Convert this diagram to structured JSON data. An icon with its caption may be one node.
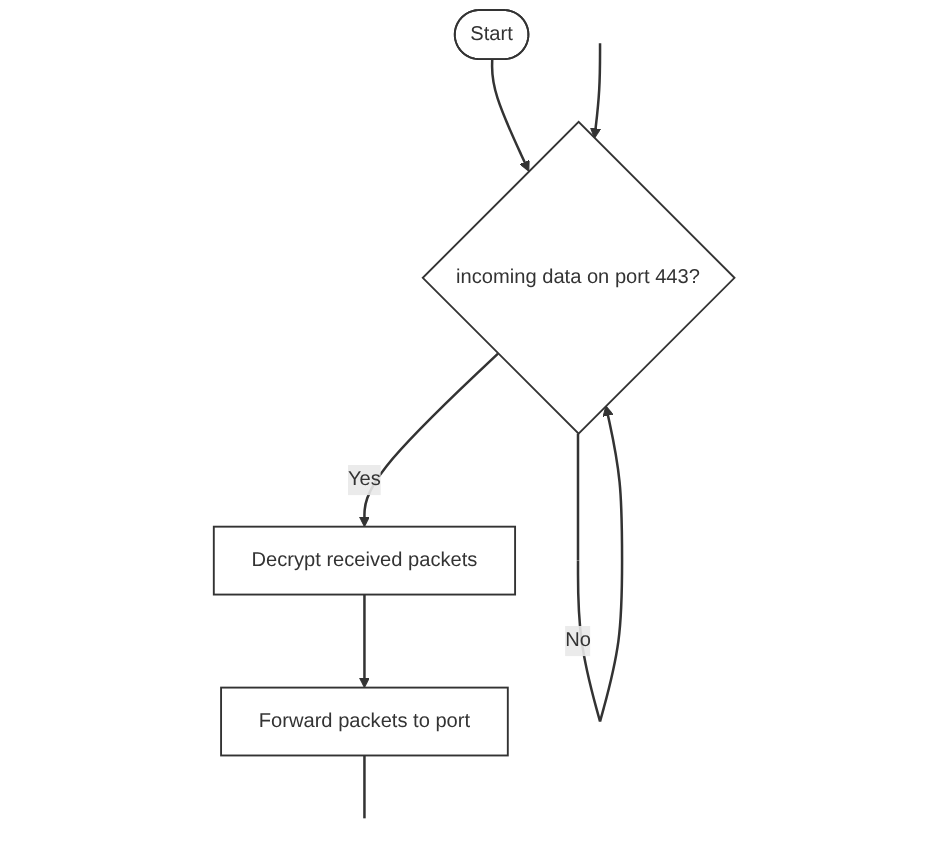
{
  "diagram": {
    "nodes": [
      {
        "text": [
          "Start"
        ]
      },
      {
        "text": [
          "incoming data on port 443?"
        ]
      },
      {
        "text": [
          "Decrypt received packets"
        ]
      },
      {
        "text": [
          "Forward packets to port"
        ]
      }
    ],
    "edges": [
      {
        "from": 0,
        "to": 1,
        "arrow": "to"
      },
      {
        "from": 1,
        "to": 1,
        "label": "No",
        "arrow": "to"
      },
      {
        "from": null,
        "to": 1,
        "arrow": "to"
      },
      {
        "from": 1,
        "to": 2,
        "label": "Yes",
        "arrow": "to"
      },
      {
        "from": 2,
        "to": 3,
        "arrow": "to"
      },
      {
        "from": 3,
        "to": null,
        "arrow": "none"
      }
    ]
  }
}
